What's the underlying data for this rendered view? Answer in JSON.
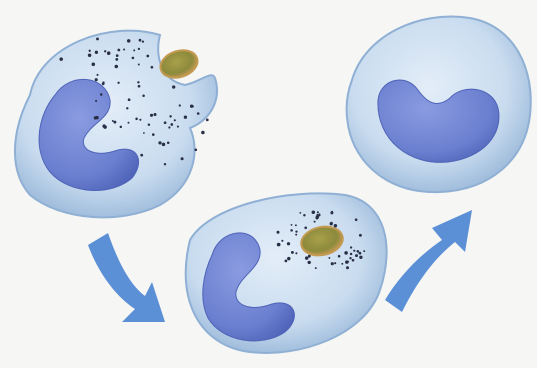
{
  "diagram": {
    "kind": "phagocytosis-sequence",
    "cells": [
      {
        "id": "cell-1",
        "stage": "engulfing",
        "has_particle": true,
        "particle_inside": false,
        "granules": "many"
      },
      {
        "id": "cell-2",
        "stage": "digesting",
        "has_particle": true,
        "particle_inside": true,
        "granules": "clustered-around-particle"
      },
      {
        "id": "cell-3",
        "stage": "resting",
        "has_particle": false,
        "particle_inside": false,
        "granules": "none"
      }
    ],
    "arrows": [
      {
        "from": "cell-1",
        "to": "cell-2",
        "direction": "down-right"
      },
      {
        "from": "cell-2",
        "to": "cell-3",
        "direction": "up-right"
      }
    ],
    "colors": {
      "background": "#f6f6f4",
      "cytoplasm": "#c9dcef",
      "cytoplasm_edge": "#97b6d8",
      "nucleus": "#6b7fd0",
      "nucleus_dark": "#4f63b8",
      "granule": "#2a2f48",
      "particle": "#8c8a3c",
      "particle_edge": "#c49a52",
      "arrow": "#5b8fd6"
    }
  }
}
